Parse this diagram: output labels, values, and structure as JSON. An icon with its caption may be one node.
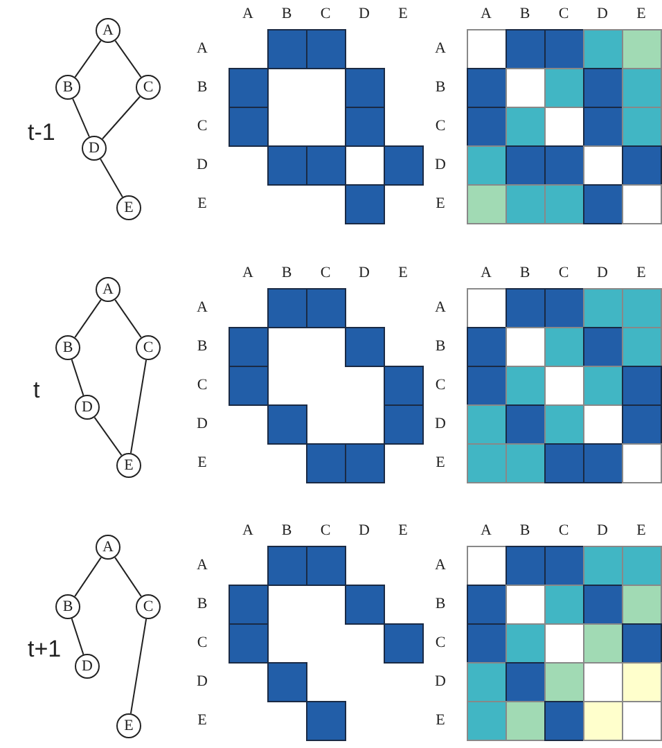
{
  "diagram": {
    "nodes": [
      {
        "text": [
          "A"
        ]
      },
      {
        "text": [
          "B"
        ]
      },
      {
        "text": [
          "C"
        ]
      },
      {
        "text": [
          "D"
        ]
      },
      {
        "text": [
          "E"
        ]
      },
      {
        "text": [
          "A"
        ]
      },
      {
        "text": [
          "B"
        ]
      },
      {
        "text": [
          "C"
        ]
      },
      {
        "text": [
          "D"
        ]
      },
      {
        "text": [
          "E"
        ]
      },
      {
        "text": [
          "A"
        ]
      },
      {
        "text": [
          "B"
        ]
      },
      {
        "text": [
          "C"
        ]
      },
      {
        "text": [
          "D"
        ]
      },
      {
        "text": [
          "E"
        ]
      }
    ],
    "edges": [
      {
        "from": 0,
        "to": 1,
        "arrow": "none"
      },
      {
        "from": 0,
        "to": 2,
        "arrow": "none"
      },
      {
        "from": 1,
        "to": 3,
        "arrow": "none"
      },
      {
        "from": 2,
        "to": 3,
        "arrow": "none"
      },
      {
        "from": 3,
        "to": 4,
        "arrow": "none"
      },
      {
        "from": 5,
        "to": 6,
        "arrow": "none"
      },
      {
        "from": 5,
        "to": 7,
        "arrow": "none"
      },
      {
        "from": 6,
        "to": 8,
        "arrow": "none"
      },
      {
        "from": 8,
        "to": 9,
        "arrow": "none"
      },
      {
        "from": 7,
        "to": 9,
        "arrow": "none"
      },
      {
        "from": 10,
        "to": 11,
        "arrow": "none"
      },
      {
        "from": 10,
        "to": 12,
        "arrow": "none"
      },
      {
        "from": 11,
        "to": 13,
        "arrow": "none"
      },
      {
        "from": 12,
        "to": 14,
        "arrow": "none"
      }
    ],
    "labels": [
      "t-1",
      "A",
      "B",
      "C",
      "D",
      "E",
      "A",
      "B",
      "C",
      "D",
      "E",
      "A",
      "B",
      "C",
      "D",
      "E",
      "A",
      "B",
      "C",
      "D",
      "E",
      "t",
      "A",
      "B",
      "C",
      "D",
      "E",
      "A",
      "B",
      "C",
      "D",
      "E",
      "A",
      "B",
      "C",
      "D",
      "E",
      "A",
      "B",
      "C",
      "D",
      "E",
      "t+1",
      "A",
      "B",
      "C",
      "D",
      "E",
      "A",
      "B",
      "C",
      "D",
      "E",
      "A",
      "B",
      "C",
      "D",
      "E",
      "A",
      "B",
      "C",
      "D",
      "E"
    ]
  }
}
